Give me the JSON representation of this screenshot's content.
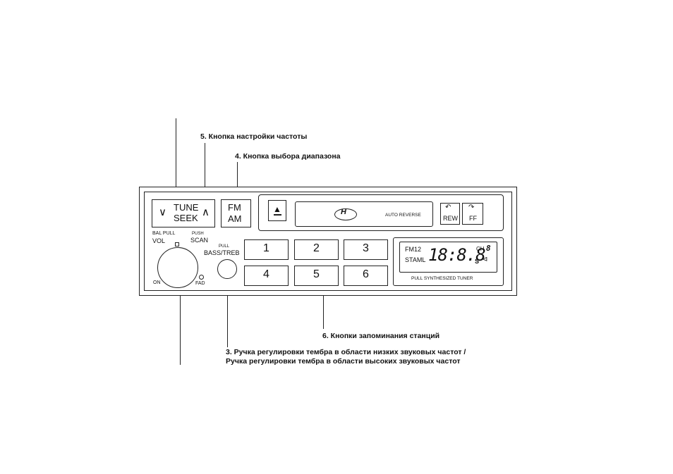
{
  "callouts": {
    "c5": "5. Кнопка настройки частоты",
    "c4": "4. Кнопка выбора диапазона",
    "c6": "6. Кнопки запоминания станций",
    "c3_line1": "3. Ручка регулировки тембра в области низких звуковых частот /",
    "c3_line2": "Ручка регулировки тембра в области высоких звуковых частот"
  },
  "radio": {
    "tune_label": "TUNE",
    "seek_label": "SEEK",
    "tune_down_glyph": "∨",
    "tune_up_glyph": "∧",
    "band_fm": "FM",
    "band_am": "AM",
    "bal_pull": "BAL PULL",
    "vol": "VOL",
    "push": "PUSH",
    "scan": "SCAN",
    "pull": "PULL",
    "bass_treb": "BASS/TREB",
    "on": "ON",
    "fad": "FAD",
    "auto_reverse": "AUTO REVERSE",
    "rew": "REW",
    "ff": "FF",
    "eject_glyph": "▲",
    "presets": [
      "1",
      "2",
      "3",
      "4",
      "5",
      "6"
    ],
    "display": {
      "fm12": "FM12",
      "st_am": "STAML",
      "digits": "18:8.8",
      "ch": "CH",
      "ch_digit": "8",
      "s": "S"
    },
    "tuner_label": "PULL SYNTHESIZED TUNER"
  }
}
